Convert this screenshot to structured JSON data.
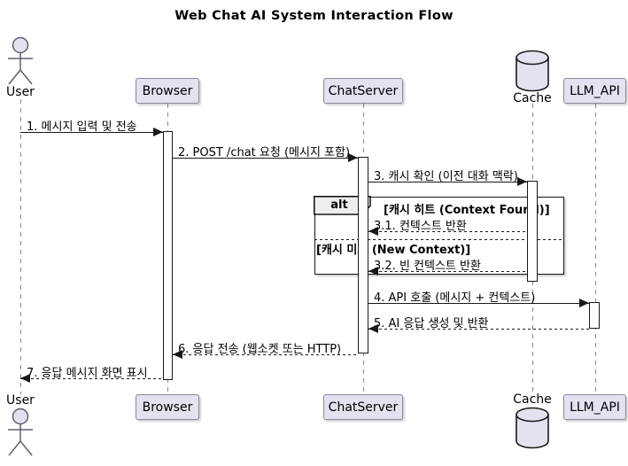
{
  "title": "Web Chat AI System Interaction Flow",
  "participants": {
    "user": {
      "label": "User",
      "type": "actor"
    },
    "browser": {
      "label": "Browser",
      "type": "participant"
    },
    "chatserver": {
      "label": "ChatServer",
      "type": "participant"
    },
    "cache": {
      "label": "Cache",
      "type": "database"
    },
    "llm_api": {
      "label": "LLM_API",
      "type": "participant"
    }
  },
  "messages": [
    {
      "label": "1. 메시지 입력 및 전송",
      "from": "User",
      "to": "Browser",
      "line": "solid"
    },
    {
      "label": "2. POST /chat 요청 (메시지 포함)",
      "from": "Browser",
      "to": "ChatServer",
      "line": "solid"
    },
    {
      "label": "3. 캐시 확인 (이전 대화 맥락)",
      "from": "ChatServer",
      "to": "Cache",
      "line": "solid"
    },
    {
      "label": "3.1. 컨텍스트 반환",
      "from": "Cache",
      "to": "ChatServer",
      "line": "dashed"
    },
    {
      "label": "3.2. 빈 컨텍스트 반환",
      "from": "Cache",
      "to": "ChatServer",
      "line": "dashed"
    },
    {
      "label": "4. API 호출 (메시지 + 컨텍스트)",
      "from": "ChatServer",
      "to": "LLM_API",
      "line": "solid"
    },
    {
      "label": "5. AI 응답 생성 및 반환",
      "from": "LLM_API",
      "to": "ChatServer",
      "line": "dashed"
    },
    {
      "label": "6. 응답 전송 (웹소켓 또는 HTTP)",
      "from": "ChatServer",
      "to": "Browser",
      "line": "dashed"
    },
    {
      "label": "7. 응답 메시지 화면 표시",
      "from": "Browser",
      "to": "User",
      "line": "dashed"
    }
  ],
  "alt_block": {
    "operator": "alt",
    "condition_hit": "[캐시 히트 (Context Found)]",
    "condition_miss": "[캐시 미스 (New Context)]"
  },
  "colors": {
    "participant_fill": "#E2E2F0",
    "participant_border": "#888899",
    "line": "#181818",
    "lifeline": "#8A8A8A",
    "frame_label_fill": "#EEEEEE",
    "background": "#FFFFFF"
  }
}
